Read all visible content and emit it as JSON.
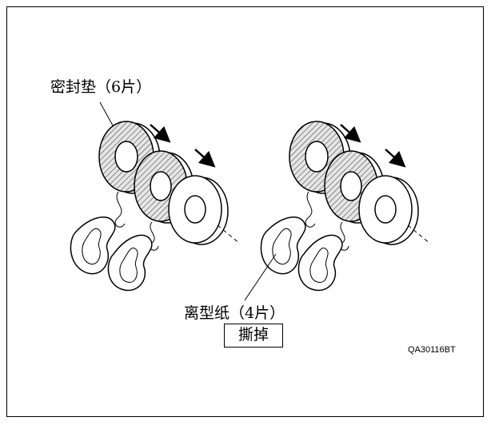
{
  "labels": {
    "gasket": "密封垫（6片）",
    "release_paper": "离型纸（4片）",
    "action": "撕掉",
    "figure_code": "QA30116BT"
  }
}
